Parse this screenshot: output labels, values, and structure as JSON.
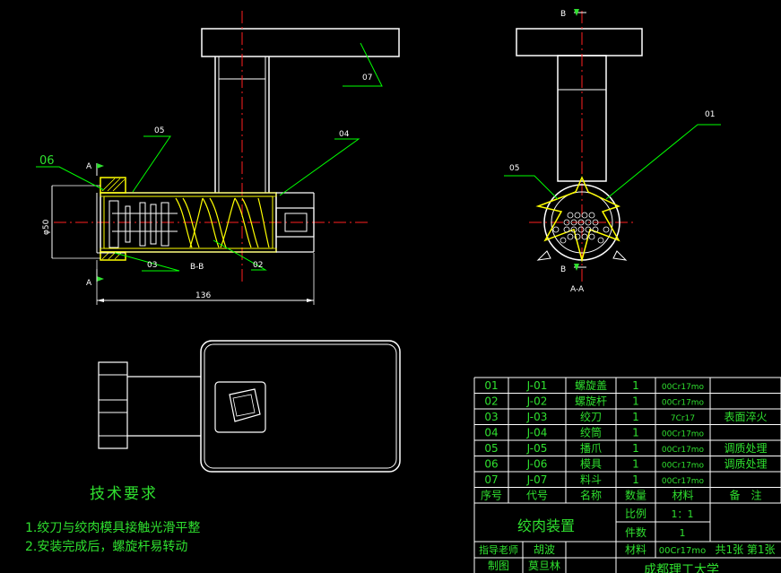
{
  "labels": {
    "l07": "07",
    "l05": "05",
    "l04": "04",
    "l06": "06",
    "l03": "03",
    "l02": "02",
    "l01": "01",
    "l05b": "05",
    "aTop": "A",
    "aBottom": "A",
    "bTop": "B",
    "bBottom": "B",
    "phi": "φ50",
    "sectionBB": "B-B",
    "sectionAA": "A-A",
    "dim136": "136"
  },
  "tech": {
    "title": "技术要求",
    "items": [
      "1.绞刀与绞肉模具接触光滑平整",
      "2.安装完成后，螺旋杆易转动"
    ]
  },
  "parts_table": {
    "rows": [
      [
        "01",
        "J-01",
        "螺旋盖",
        "1",
        "00Cr17mo",
        ""
      ],
      [
        "02",
        "J-02",
        "螺旋杆",
        "1",
        "00Cr17mo",
        ""
      ],
      [
        "03",
        "J-03",
        "绞刀",
        "1",
        "7Cr17",
        "表面淬火"
      ],
      [
        "04",
        "J-04",
        "绞筒",
        "1",
        "00Cr17mo",
        ""
      ],
      [
        "05",
        "J-05",
        "播爪",
        "1",
        "00Cr17mo",
        "调质处理"
      ],
      [
        "06",
        "J-06",
        "模具",
        "1",
        "00Cr17mo",
        "调质处理"
      ],
      [
        "07",
        "J-07",
        "料斗",
        "1",
        "00Cr17mo",
        ""
      ]
    ],
    "header": [
      "序号",
      "代号",
      "名称",
      "数量",
      "材料",
      "备　注"
    ]
  },
  "title_block": {
    "name": "绞肉装置",
    "scale_label": "比例",
    "scale": "1：1",
    "qty_label": "件数",
    "qty": "1",
    "material_label": "材料",
    "material": "00Cr17mo",
    "sheets": "共1张 第1张",
    "advisor_label": "指导老师",
    "advisor": "胡波",
    "drawer_label": "制图",
    "drawer": "莫旦林",
    "school": "成都理工大学"
  },
  "colors": {
    "background": "#000000",
    "outline": "#ffffff",
    "center": "#ff2020",
    "hatch": "#ffff00",
    "leader": "#00ff00",
    "table": "#ffffff",
    "text": "#2fe02f"
  }
}
